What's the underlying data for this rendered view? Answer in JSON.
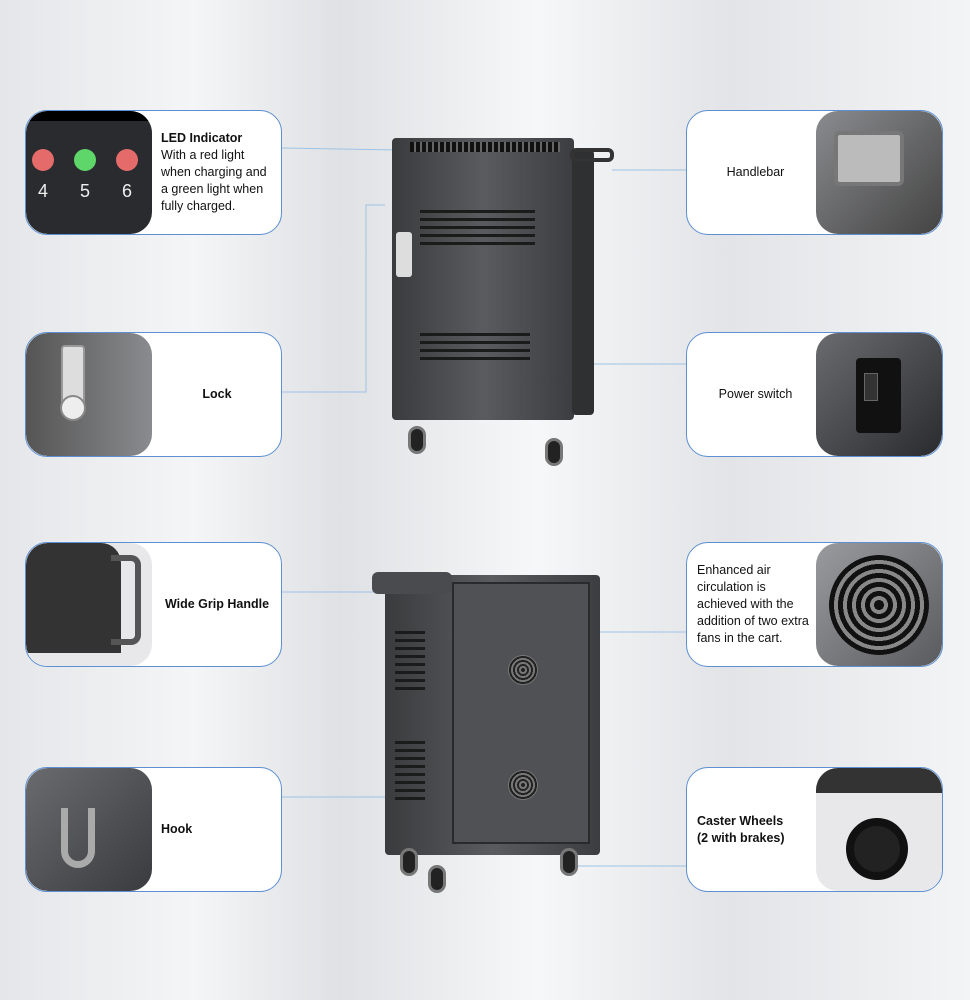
{
  "callouts": {
    "led": {
      "title": "LED Indicator",
      "body": "With a red light when charging and a green light when fully charged.",
      "numbers": [
        "4",
        "5",
        "6"
      ]
    },
    "lock": {
      "label": "Lock"
    },
    "grip": {
      "label": "Wide Grip Handle"
    },
    "hook": {
      "label": "Hook"
    },
    "handlebar": {
      "label": "Handlebar"
    },
    "power": {
      "label": "Power switch"
    },
    "fans": {
      "label": "Enhanced air circulation is achieved with the addition of two extra fans in the cart."
    },
    "wheels": {
      "title": "Caster Wheels",
      "subtitle": "(2 with brakes)"
    }
  },
  "colors": {
    "border": "#5d8fd2",
    "led_red": "#e56a6a",
    "led_green": "#5fd66a"
  }
}
